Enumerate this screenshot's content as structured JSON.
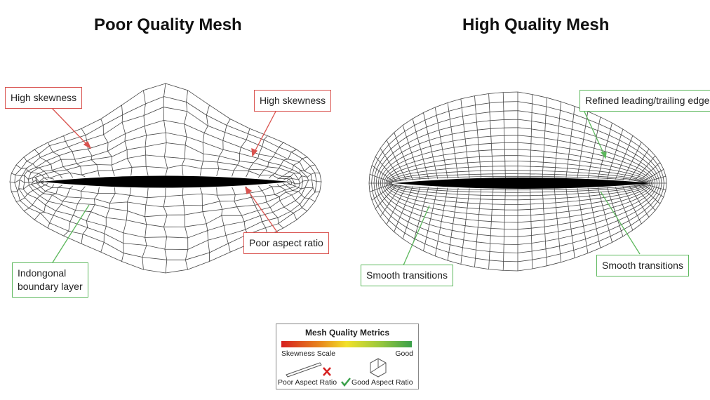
{
  "titles": {
    "left": "Poor Quality Mesh",
    "right": "High Quality Mesh"
  },
  "callouts_left": {
    "skew1": "High skewness",
    "skew2": "High skewness",
    "aspect": "Poor aspect ratio",
    "boundary_line1": "Indongonal",
    "boundary_line2": "boundary layer"
  },
  "callouts_right": {
    "refined": "Refined leading/trailing edges",
    "smooth1": "Smooth transitions",
    "smooth2": "Smooth transitions"
  },
  "legend": {
    "title": "Mesh Quality Metrics",
    "scale_label": "Skewness Scale",
    "scale_end": "Good",
    "poor_aspect": "Poor Aspect Ratio",
    "good_aspect": "Good Aspect Ratio"
  },
  "colors": {
    "bad": "#d9534f",
    "good": "#5cb85c",
    "mesh": "#444444"
  }
}
